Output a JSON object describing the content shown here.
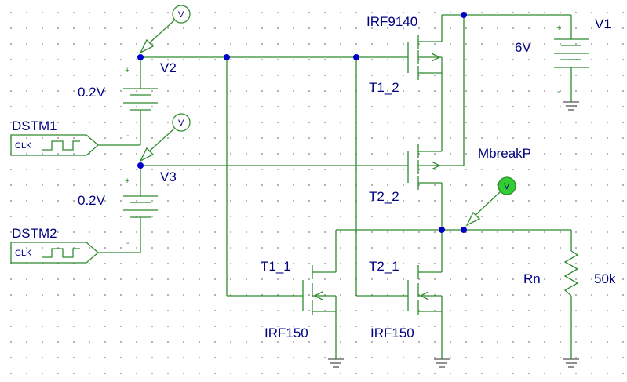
{
  "labels": {
    "v1_name": "V1",
    "v1_value": "6V",
    "v2_name": "V2",
    "v2_value": "0.2V",
    "v3_name": "V3",
    "v3_value": "0.2V",
    "dstm1": "DSTM1",
    "dstm2": "DSTM2",
    "clk": "CLK",
    "irf9140": "IRF9140",
    "t1_2": "T1_2",
    "t2_2": "T2_2",
    "mbreakp": "MbreakP",
    "t1_1": "T1_1",
    "t2_1": "T2_1",
    "irf150_a": "IRF150",
    "irf150_b": "IRF150",
    "rn": "Rn",
    "rn_value": "50k",
    "probe": "V",
    "plus": "+",
    "minus": "-"
  },
  "colors": {
    "wire": "#2e8b2e",
    "label": "#000080",
    "junction": "#0000cc",
    "probe_active": "#33cc33"
  },
  "icons": [
    "voltage-probe-icon",
    "dc-source-icon",
    "clock-source-icon",
    "ground-icon",
    "pmos-icon",
    "nmos-icon",
    "resistor-icon"
  ]
}
